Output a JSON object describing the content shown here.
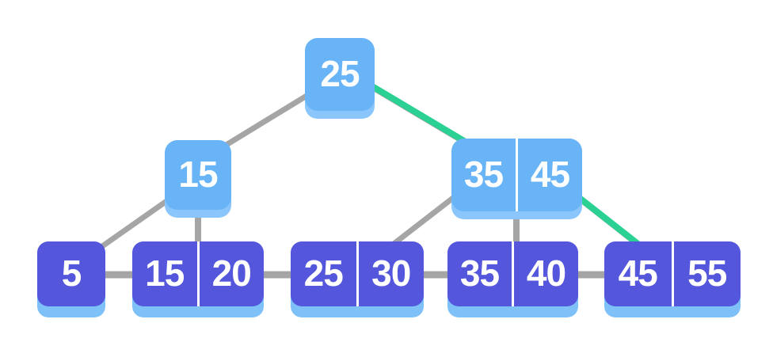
{
  "diagram": {
    "kind": "b-plus-tree",
    "levels": [
      {
        "name": "root",
        "nodes": [
          {
            "keys": [
              "25"
            ]
          }
        ]
      },
      {
        "name": "internal",
        "nodes": [
          {
            "keys": [
              "15"
            ]
          },
          {
            "keys": [
              "35",
              "45"
            ]
          }
        ]
      },
      {
        "name": "leaf",
        "nodes": [
          {
            "keys": [
              "5"
            ]
          },
          {
            "keys": [
              "15",
              "20"
            ]
          },
          {
            "keys": [
              "25",
              "30"
            ]
          },
          {
            "keys": [
              "35",
              "40"
            ]
          },
          {
            "keys": [
              "45",
              "55"
            ]
          }
        ]
      }
    ],
    "edges": [
      {
        "from": "root-25",
        "to": "internal-15",
        "highlighted": false
      },
      {
        "from": "root-25",
        "to": "internal-35-45",
        "highlighted": true
      },
      {
        "from": "internal-15",
        "to": "leaf-5",
        "highlighted": false
      },
      {
        "from": "internal-15",
        "to": "leaf-15-20",
        "highlighted": false
      },
      {
        "from": "internal-35-45",
        "to": "leaf-25-30",
        "highlighted": false
      },
      {
        "from": "internal-35-45",
        "to": "leaf-35-40",
        "highlighted": false
      },
      {
        "from": "internal-35-45",
        "to": "leaf-45-55",
        "highlighted": true
      }
    ],
    "sibling_links": [
      {
        "from": "leaf-5",
        "to": "leaf-15-20"
      },
      {
        "from": "leaf-15-20",
        "to": "leaf-25-30"
      },
      {
        "from": "leaf-25-30",
        "to": "leaf-35-40"
      },
      {
        "from": "leaf-35-40",
        "to": "leaf-45-55"
      }
    ],
    "colors": {
      "internal_node_fill": "#69b4f7",
      "internal_node_shadow": "#8ac6fb",
      "leaf_node_fill": "#5457db",
      "leaf_node_shadow": "#7ec1f9",
      "edge_gray": "#a5a5a5",
      "edge_highlight_green": "#2bd093",
      "key_text": "#ffffff",
      "cell_divider": "#ffffff"
    }
  }
}
